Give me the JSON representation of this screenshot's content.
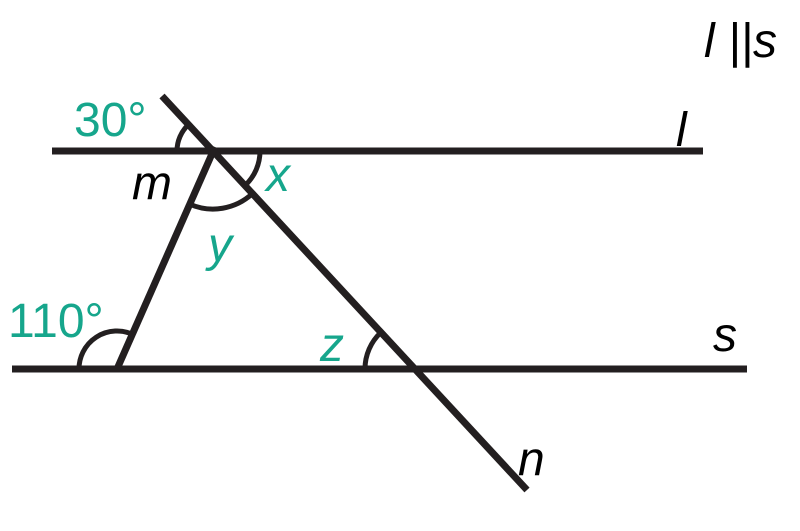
{
  "labels": {
    "parallel_statement": "l ||s",
    "line_l": "l",
    "line_s": "s",
    "line_m": "m",
    "line_n": "n",
    "angle_30": "30°",
    "angle_110": "110°",
    "angle_x": "x",
    "angle_y": "y",
    "angle_z": "z"
  },
  "colors": {
    "angle_label": "#16a68c",
    "line": "#231f20"
  }
}
